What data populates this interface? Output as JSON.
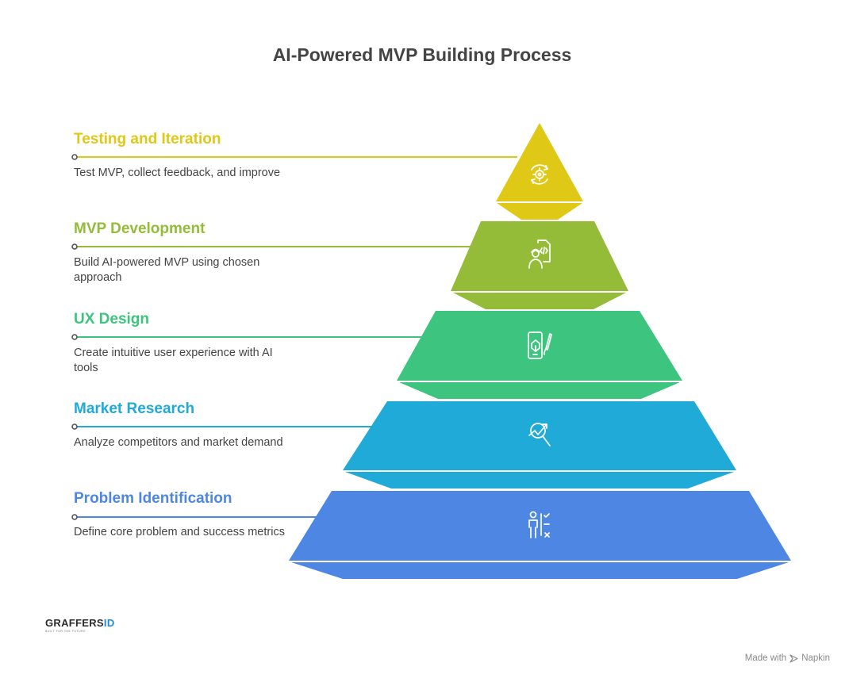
{
  "title": "AI-Powered MVP Building Process",
  "steps": [
    {
      "title": "Testing and Iteration",
      "description": "Test MVP, collect feedback, and improve",
      "color": "#E0C816",
      "icon": "gear-refresh-icon"
    },
    {
      "title": "MVP Development",
      "description": "Build AI-powered MVP using chosen approach",
      "color": "#94BC38",
      "icon": "developer-code-icon"
    },
    {
      "title": "UX Design",
      "description": "Create intuitive user experience with AI tools",
      "color": "#3DC47E",
      "icon": "phone-design-brush-icon"
    },
    {
      "title": "Market Research",
      "description": "Analyze competitors and market demand",
      "color": "#1FAAD8",
      "icon": "magnifier-trend-icon"
    },
    {
      "title": "Problem Identification",
      "description": "Define core problem and success metrics",
      "color": "#4D86E3",
      "icon": "person-checklist-icon"
    }
  ],
  "logo": {
    "text": "GRAFFERS",
    "id": "ID",
    "tagline": "BUILT FOR THE FUTURE"
  },
  "footer": {
    "text": "Made with",
    "brand": "Napkin"
  }
}
